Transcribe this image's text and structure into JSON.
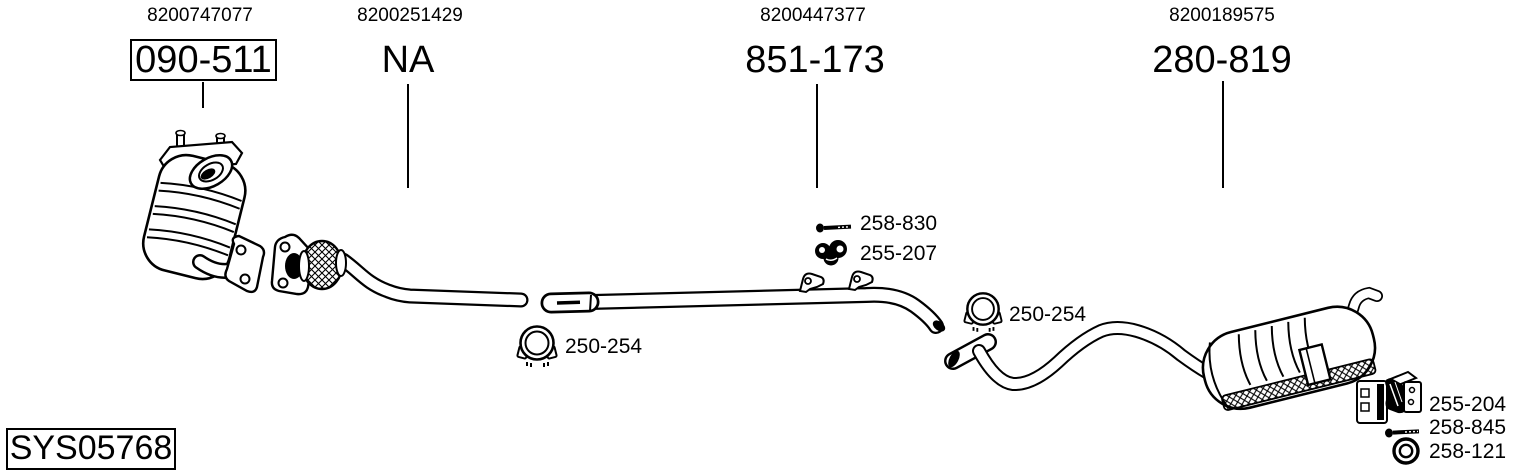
{
  "page": {
    "background": "#ffffff",
    "ink": "#000000"
  },
  "header": {
    "groups": [
      {
        "oem": "8200747077",
        "code": "090-511",
        "boxed": true
      },
      {
        "oem": "8200251429",
        "code": "NA",
        "boxed": false
      },
      {
        "oem": "8200447377",
        "code": "851-173",
        "boxed": false
      },
      {
        "oem": "8200189575",
        "code": "280-819",
        "boxed": false
      }
    ]
  },
  "labels": {
    "clamp_front": "250-254",
    "bolt_mid": "258-830",
    "hanger_mid": "255-207",
    "clamp_rear": "250-254",
    "hanger_rear": "255-204",
    "bolt_rear": "258-845",
    "ring_rear": "258-121"
  },
  "footer": {
    "system_id": "SYS05768"
  },
  "icons": {
    "clamp": "pipe-clamp-icon",
    "bolt": "bolt-icon",
    "rubber_hanger": "rubber-hanger-icon",
    "gasket_ring": "gasket-ring-icon"
  }
}
